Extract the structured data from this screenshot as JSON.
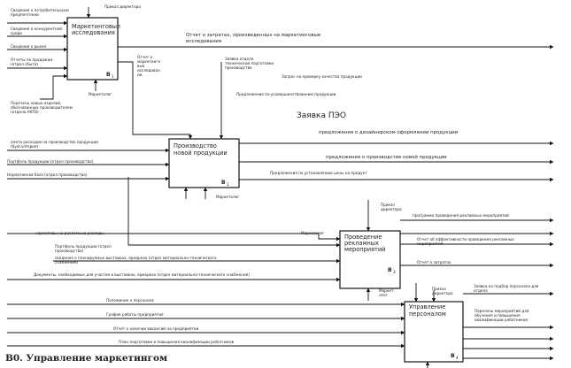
{
  "diagram": {
    "heading": "Заявка ПЭО",
    "footer": "В0. Управление маркетингом"
  },
  "boxes": {
    "b1": {
      "title_line1": "Маркетинговые",
      "title_line2": "исследования",
      "num": "В",
      "sub": "1"
    },
    "b2": {
      "title_line1": "Производство",
      "title_line2": "новой продукции",
      "num": "В",
      "sub": "2"
    },
    "b3": {
      "title_line1": "Проведение",
      "title_line2": "рекламных",
      "title_line3": "мероприятий",
      "num": "В",
      "sub": "3"
    },
    "b4": {
      "title_line1": "Управление",
      "title_line2": "персоналом",
      "num": "В",
      "sub": "4"
    }
  },
  "labels": {
    "director_order_1": "Приказ директора",
    "consumer_info_1": "Сведения о потребительском",
    "consumer_info_2": "предпочтении",
    "competitor_info_1": "Сведения о конкурентной",
    "competitor_info_2": "среде",
    "market_info": "Сведения о рынке",
    "sales_report_1": "Отчеты по продажам",
    "sales_report_2": "(отдел сбыта)",
    "new_products_1": "Перечень новых изделий,",
    "new_products_2": "обоснованных производителем",
    "new_products_3": "(отдела АКТВ)",
    "marketer_1": "Маркетолог",
    "costs_report_1": "Отчет о затратах, произведенных на маркетинговые",
    "costs_report_2": "исследования",
    "marketing_report_1": "Отчет о",
    "marketing_report_2": "маркетинго",
    "marketing_report_3": "вых",
    "marketing_report_4": "исследован",
    "marketing_report_5": "ии",
    "tech_request_1": "Заявка отдела",
    "tech_request_2": "технической подготовки",
    "tech_request_3": "производства",
    "quality_request": "Запрос на проверку качества продукции",
    "improve_offer": "Предложение по усовершенствованию продукции",
    "design_offer": "предложения о дизайнерском оформлении продукции",
    "line_offer": "предложения о производстве новой продукции",
    "price_offer": "Предложения по установлению цены на продукт",
    "cost_estimate_1": "смета расходов на производство продукции",
    "cost_estimate_2": "(бухгалтерия)",
    "portfolio_prod": "Портфель продукции (отдел производства)",
    "norm_base": "Нормативная база (отдел производства)",
    "marketer_2": "Маркетолог",
    "director_order_2a": "Приказ",
    "director_order_2b": "директора",
    "program_ad": "программа проведения рекламных мероприятий",
    "ad_norms": "нормативы на рекламные расходы",
    "portfolio_2a": "Портфель продукции (отдел",
    "portfolio_2b": "производства)",
    "planned_1": "сведения о планируемых выставках, ярмарках (отдел материально-технического",
    "planned_2": "снабжения)",
    "docs_exhib": "Документы, необходимые для участия в выставках, ярмарках (отдел материально-технического снабжения)",
    "marketer_3": "Маркетолог",
    "efficiency_report_1": "Отчет об эффективности проведения рекламных",
    "efficiency_report_2": "мероприятий",
    "costs_report_ad": "Отчет о затратах",
    "marketer_4a": "Маркет",
    "marketer_4b": "олог",
    "director_order_3a": "Приказ",
    "director_order_3b": "директора",
    "staff_request_1": "Заявка на подбор персонала для",
    "staff_request_2": "отдела",
    "staff_provision": "Положение о персонале",
    "work_schedule": "График работы предприятия",
    "vacancy_report": "Отчет о наличии вакансий на предприятии",
    "training_plan": "План подготовки и повышения квалификации работников",
    "training_list_1": "Перечень мероприятий для",
    "training_list_2": "обучения и повышения",
    "training_list_3": "квалификации работников"
  }
}
